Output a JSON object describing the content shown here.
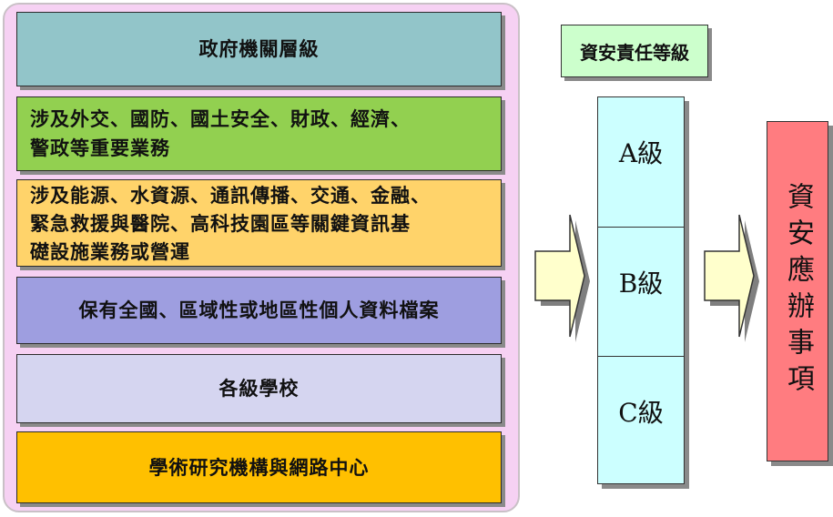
{
  "agency_levels": {
    "header": "政府機關層級",
    "rows": [
      "涉及外交、國防、國土安全、財政、經濟、\n警政等重要業務",
      "涉及能源、水資源、通訊傳播、交通、金融、\n緊急救援與醫院、高科技園區等關鍵資訊基\n礎設施業務或營運",
      "保有全國、區域性或地區性個人資料檔案",
      "各級學校",
      "學術研究機構與網路中心"
    ]
  },
  "security_level": {
    "title": "資安責任等級",
    "levels": [
      "A級",
      "B級",
      "C級"
    ]
  },
  "matters": {
    "label": "資安應辦事項"
  }
}
